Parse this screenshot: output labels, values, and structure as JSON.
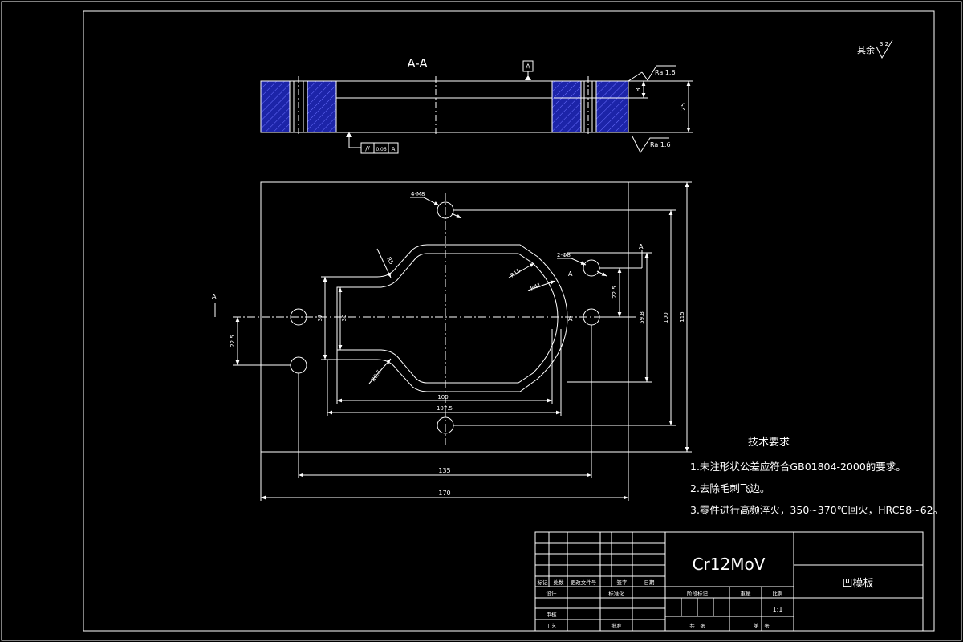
{
  "section_label": "A-A",
  "datum_label": "A",
  "section_mark": "A",
  "surface_finish": {
    "top": "Ra 1.6",
    "bottom": "Ra 1.6",
    "other_prefix": "其余",
    "other_value": "3.2"
  },
  "tolerance_frame": {
    "symbol": "//",
    "value": "0.06",
    "datum": "A"
  },
  "dimensions": {
    "thickness_8": "8",
    "thickness_25": "25",
    "holes_4": "4-M8",
    "holes_2": "2-Φ8",
    "r5_top": "R5",
    "r5_bottom": "R0.5",
    "r15": "R15",
    "r41": "R41",
    "d30": "30",
    "d37": "37",
    "d22_5_right": "22.5",
    "d22_5_left": "22.5",
    "d59": "59.8",
    "d100": "100",
    "d115": "115",
    "d100_h": "100",
    "d107_5": "107.5",
    "d135": "135",
    "d170": "170"
  },
  "tech_requirements": {
    "title": "技术要求",
    "items": [
      "1.未注形状公差应符合GB01804-2000的要求。",
      "2.去除毛刺飞边。",
      "3.零件进行高频淬火，350~370℃回火，HRC58~62。"
    ]
  },
  "title_block": {
    "material": "Cr12MoV",
    "part_name": "凹模板",
    "scale": "1:1",
    "labels": {
      "mark": "标记",
      "count": "处数",
      "file_no": "更改文件号",
      "sign": "签字",
      "date": "日期",
      "design": "设计",
      "standardize": "标准化",
      "stage_mark": "阶段标记",
      "weight": "重量",
      "scale_label": "比例",
      "review": "审核",
      "process": "工艺",
      "approve": "批准",
      "sheets": "共　张",
      "sheet": "第　张"
    }
  },
  "colors": {
    "line": "#ffffff",
    "hatch": "#1c24a8",
    "hatch_line": "#6a70ff"
  }
}
